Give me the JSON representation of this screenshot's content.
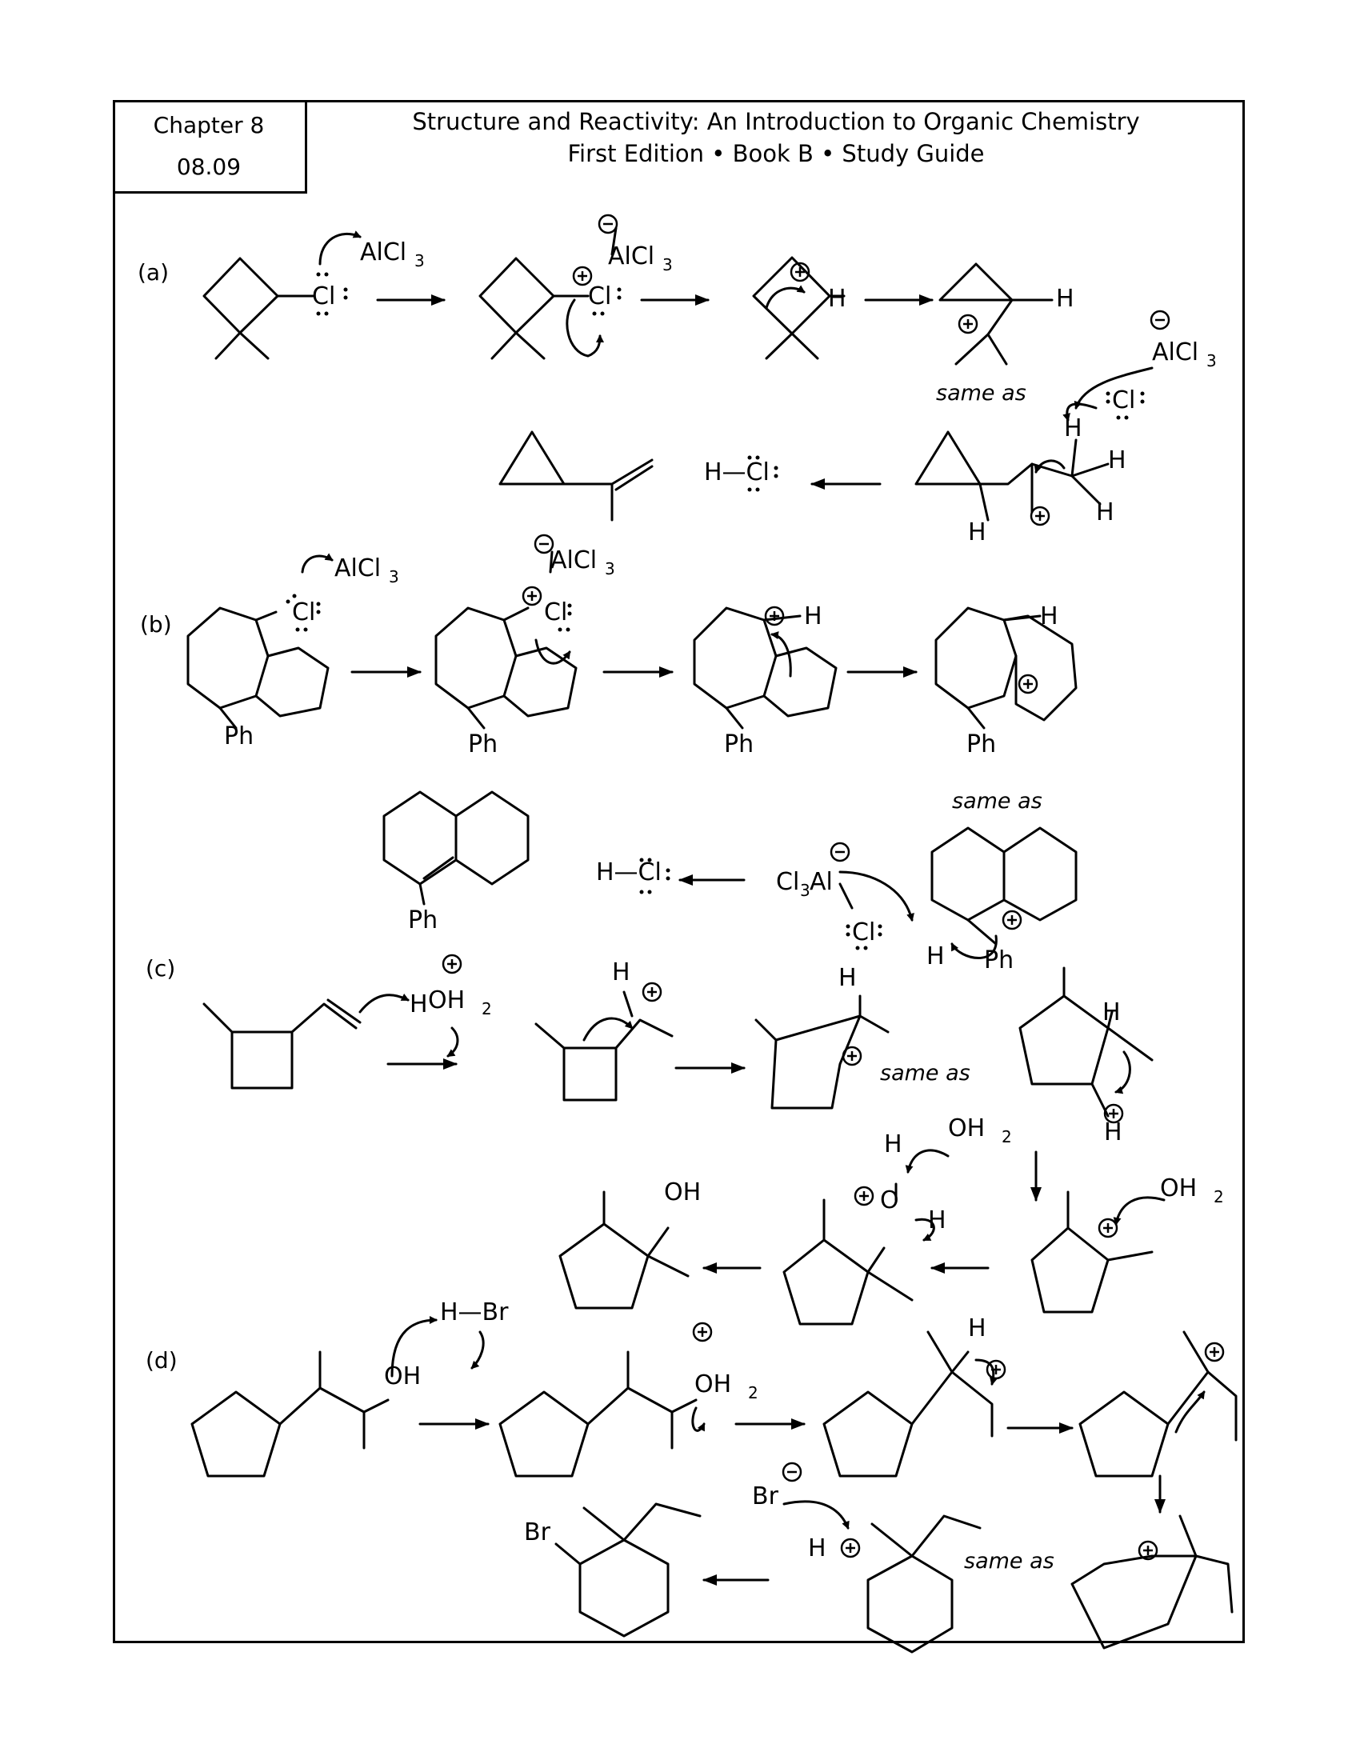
{
  "header": {
    "chapter": "Chapter 8",
    "section": "08.09",
    "title_line1": "Structure and Reactivity: An Introduction to Organic Chemistry",
    "title_line2": "First Edition • Book B • Study Guide"
  },
  "labels": {
    "a": "(a)",
    "b": "(b)",
    "c": "(c)",
    "d": "(d)"
  },
  "text": {
    "same_as": "same as",
    "alcl3": "AlCl",
    "cl3al": "Cl",
    "al": "Al",
    "sub3": "3",
    "sub2": "2",
    "cl": "Cl",
    "h": "H",
    "hcl": "H—Cl",
    "ph": "Ph",
    "oh": "OH",
    "oh2": "OH",
    "o": "O",
    "br": "Br",
    "hbr": "H—Br"
  }
}
